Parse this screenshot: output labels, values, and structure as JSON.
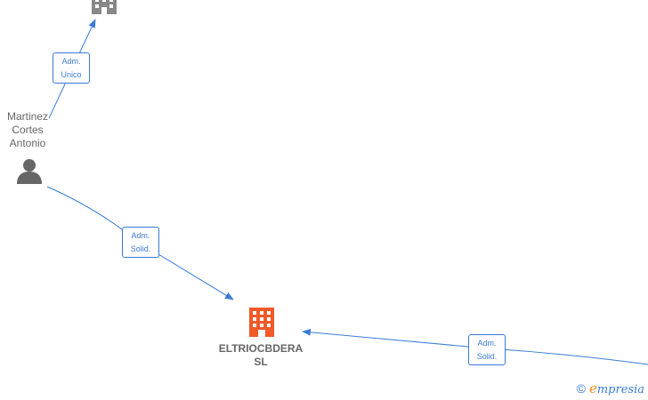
{
  "nodes": {
    "person": {
      "label": "Martinez\nCortes\nAntonio"
    },
    "company_main": {
      "label": "ELTRIOCBDERA\nSL"
    }
  },
  "edges": [
    {
      "label": "Adm.\nUnico"
    },
    {
      "label": "Adm.\nSolid."
    },
    {
      "label": "Adm.\nSolid."
    }
  ],
  "watermark": {
    "symbol": "©",
    "brand_initial": "e",
    "brand_rest": "mpresia"
  },
  "colors": {
    "edge": "#3a7bd5",
    "person_icon": "#666666",
    "company_icon_main": "#f05a28",
    "company_icon_other": "#888888"
  }
}
